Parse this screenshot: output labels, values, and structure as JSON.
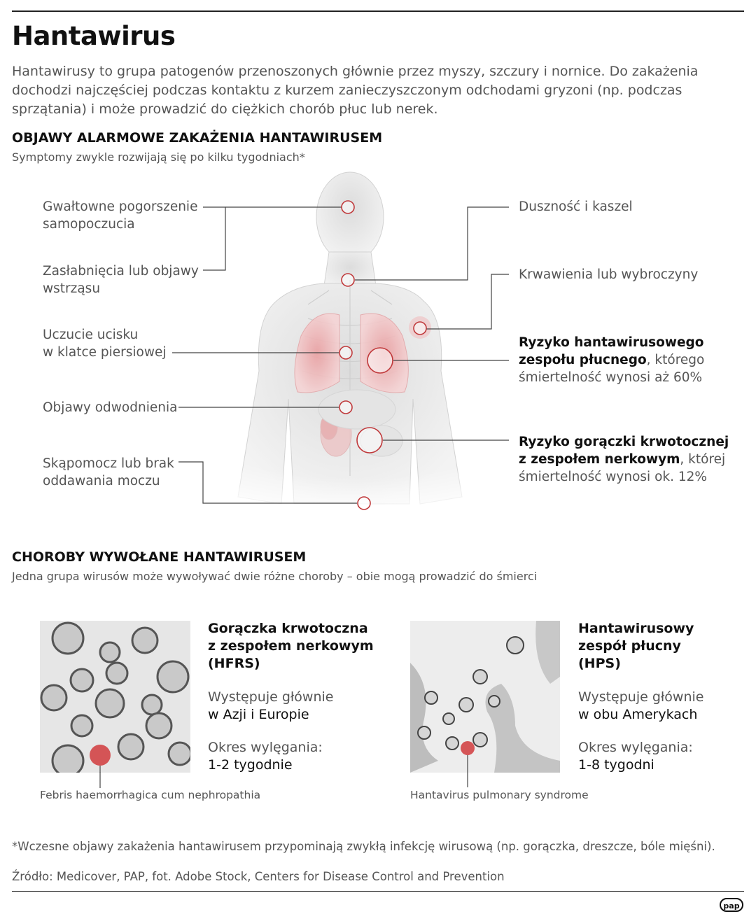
{
  "title": "Hantawirus",
  "intro": "Hantawirusy to grupa patogenów przenoszonych głównie przez myszy, szczury i nornice. Do zakażenia dochodzi najczęściej podczas kontaktu z kurzem zanieczyszczonym odchodami gryzoni (np. podczas sprzątania) i może prowadzić do ciężkich chorób płuc lub nerek.",
  "symptoms_section": {
    "heading": "OBJAWY ALARMOWE ZAKAŻENIA HANTAWIRUSEM",
    "subheading": "Symptomy zwykle rozwijają się po kilku tygodniach*",
    "left": [
      [
        "Gwałtowne pogorszenie",
        "samopoczucia"
      ],
      [
        "Zasłabnięcia lub objawy",
        "wstrząsu"
      ],
      [
        "Uczucie ucisku",
        "w klatce piersiowej"
      ],
      [
        "Objawy odwodnienia"
      ],
      [
        "Skąpomocz lub brak",
        "oddawania moczu"
      ]
    ],
    "right": [
      "Duszność i kaszel",
      "Krwawienia lub wybroczyny"
    ],
    "risk_pulmonary": {
      "bold1": "Ryzyko hantawirusowego",
      "bold2": "zespołu płucnego",
      "rest": ", którego",
      "line3": "śmiertelność wynosi aż 60%"
    },
    "risk_renal": {
      "bold1": "Ryzyko gorączki krwotocznej",
      "bold2": "z zespołem nerkowym",
      "rest": ", której",
      "line3": "śmiertelność wynosi ok. 12%"
    }
  },
  "diseases_section": {
    "heading": "CHOROBY WYWOŁANE HANTAWIRUSEM",
    "subheading": "Jedna grupa wirusów może wywoływać dwie różne choroby – obie mogą prowadzić do śmierci",
    "diseases": [
      {
        "title": [
          "Gorączka krwotoczna",
          "z zespołem nerkowym",
          "(HFRS)"
        ],
        "occurs_label": "Występuje głównie",
        "occurs_value": "w Azji i Europie",
        "incubation_label": "Okres wylęgania:",
        "incubation_value": "1-2 tygodnie",
        "caption": "Febris haemorrhagica cum nephropathia"
      },
      {
        "title": [
          "Hantawirusowy",
          "zespół płucny",
          "(HPS)"
        ],
        "occurs_label": "Występuje głównie",
        "occurs_value": "w obu Amerykach",
        "incubation_label": "Okres wylęgania:",
        "incubation_value": "1-8 tygodni",
        "caption": "Hantavirus pulmonary syndrome"
      }
    ]
  },
  "footnote": "*Wczesne objawy zakażenia hantawirusem przypominają zwykłą infekcję wirusową (np. gorączka, dreszcze, bóle mięśni).",
  "source": "Źródło: Medicover, PAP, fot. Adobe Stock, Centers for Disease Control and Prevention",
  "logo": "pap",
  "colors": {
    "accent": "#c0393b",
    "text": "#555555",
    "heading": "#111111"
  }
}
